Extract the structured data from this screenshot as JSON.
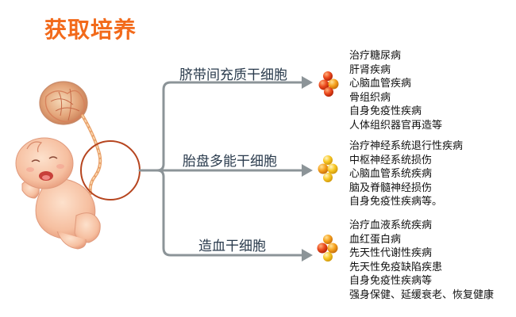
{
  "title": "获取培养",
  "colors": {
    "title": "#f26a1b",
    "connector": "#8c9498",
    "circle": "#b6451f",
    "cluster_red": "#e63b1a",
    "cluster_orange": "#f4a21b",
    "cluster_yellow": "#f7c020"
  },
  "branches": [
    {
      "label": "脐带间充质干细胞",
      "icon": "cell-cluster-icon",
      "items": [
        "治疗糖尿病",
        "肝肾疾病",
        "心脑血管疾病",
        "骨组织病",
        "自身免疫性疾病",
        "人体组织器官再造等"
      ]
    },
    {
      "label": "胎盘多能干细胞",
      "icon": "cell-cluster-icon",
      "items": [
        "治疗神经系统退行性疾病",
        "中枢神经系统损伤",
        "心脑血管系统疾病",
        "脑及脊髓神经损伤",
        "自身免疫性疾病等。"
      ]
    },
    {
      "label": "造血干细胞",
      "icon": "cell-cluster-icon",
      "items": [
        "治疗血液系统疾病",
        "血红蛋白病",
        "先天性代谢性疾病",
        "先天性免疫缺陷疾患",
        "自身免疫性疾病等",
        "强身保健、延缓衰老、恢复健康"
      ]
    }
  ]
}
